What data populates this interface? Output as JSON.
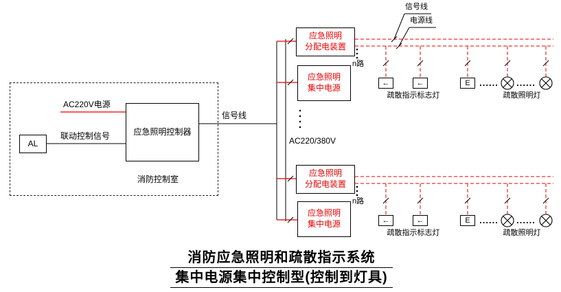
{
  "colors": {
    "wire_red": "#e60000",
    "wire_black": "#000000",
    "box_text_red": "#e60000"
  },
  "control_room": {
    "room_label": "消防控制室",
    "al_label": "AL",
    "controller_label": "应急照明控制器",
    "ac_power_label": "AC220V电源",
    "linkage_label": "联动控制信号"
  },
  "mid": {
    "signal_line_label": "信号线",
    "mains_label": "AC220/380V"
  },
  "legend": {
    "signal_label": "信号线",
    "power_label": "电源线"
  },
  "groups": {
    "top": {
      "dist_line1": "应急照明",
      "dist_line2": "分配电装置",
      "ps_line1": "应急照明",
      "ps_line2": "集中电源",
      "n_label": "n路",
      "indicator_label": "疏散指示标志灯",
      "lamp_label": "疏散照明灯",
      "arrow_glyph": "←",
      "e_glyph": "E",
      "dots": "......"
    },
    "bottom": {
      "dist_line1": "应急照明",
      "dist_line2": "分配电装置",
      "ps_line1": "应急照明",
      "ps_line2": "集中电源",
      "n_label": "n路",
      "indicator_label": "疏散指示标志灯",
      "lamp_label": "疏散照明灯",
      "arrow_glyph": "←",
      "e_glyph": "E",
      "dots": "......"
    }
  },
  "title": {
    "line1": "消防应急照明和疏散指示系统",
    "line2": "集中电源集中控制型(控制到灯具)"
  }
}
